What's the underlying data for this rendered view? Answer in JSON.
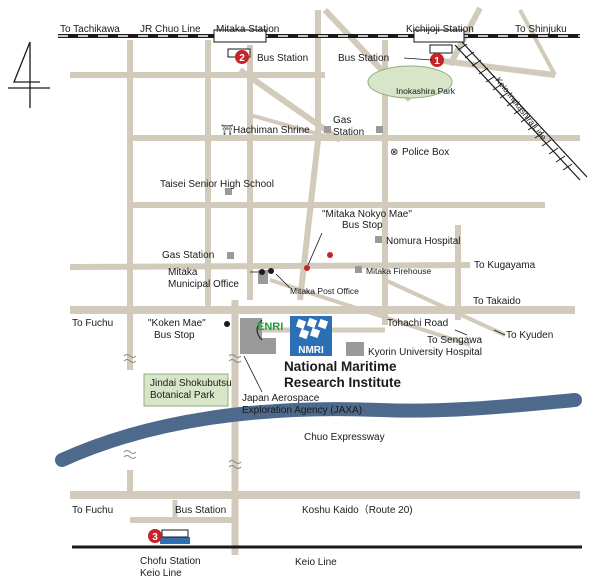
{
  "map": {
    "compass_icon": "north-arrow",
    "colors": {
      "road": "#d2cabb",
      "river": "#4d6a8c",
      "park_fill": "#d8e5c8",
      "park_border": "#8fb07a",
      "marker_red": "#c4242a",
      "building": "#9a9a9a",
      "rail": "#1a1a1a",
      "enri_green": "#1fa03a",
      "nmri_blue": "#2d6fb5"
    },
    "rail": {
      "line_jr": "JR Chuo Line",
      "to_tachikawa": "To Tachikawa",
      "to_shinjuku": "To Shinjuku",
      "keio_inokashira_line": "Keio Inokashira Line",
      "keio_line": "Keio Line"
    },
    "stations": {
      "mitaka": "Mitaka Station",
      "kichijoji": "Kichijoji Station",
      "chofu": "Chofu Station",
      "chofu_line": "Keio Line"
    },
    "bus_stations": {
      "n1_number": "1",
      "n1_label": "Bus Station",
      "n2_number": "2",
      "n2_label": "Bus Station",
      "n3_number": "3",
      "n3_label": "Bus Station"
    },
    "places": {
      "inokashira_park": "Inokashira Park",
      "hachiman_symbol": "⛩",
      "hachiman_shrine": "Hachiman Shrine",
      "gas_station_top_1": "Gas",
      "gas_station_top_2": "Station",
      "police_symbol": "⊗",
      "police_box": "Police Box",
      "taisei": "Taisei Senior High School",
      "nokyo_bus_1": "\"Mitaka Nokyo Mae\"",
      "nokyo_bus_2": "Bus Stop",
      "nomura": "Nomura Hospital",
      "gas_station_mid": "Gas Station",
      "mitaka_firehouse": "Mitaka Firehouse",
      "municipal_1": "Mitaka",
      "municipal_2": "Municipal Office",
      "post_office": "Mitaka Post Office",
      "koken_bus_1": "\"Koken Mae\"",
      "koken_bus_2": "Bus Stop",
      "tohachi_road": "Tohachi Road",
      "kyorin": "Kyorin University Hospital",
      "jindai_1": "Jindai Shokubutsu",
      "jindai_2": "Botanical Park",
      "jaxa_1": "Japan Aerospace",
      "jaxa_2": "Exploration Agency (JAXA)",
      "nmri_1": "National Maritime",
      "nmri_2": "Research Institute",
      "enri_logo": "ENRI",
      "nmri_logo": "NMRI",
      "chuo_expressway": "Chuo Expressway",
      "koshu_kaido": "Koshu Kaido（Route 20)"
    },
    "directions": {
      "to_kugayama": "To Kugayama",
      "to_takaido": "To Takaido",
      "to_fuchu_mid": "To Fuchu",
      "to_sengawa": "To Sengawa",
      "to_kyuden": "To Kyuden",
      "to_fuchu_bottom": "To Fuchu"
    }
  }
}
